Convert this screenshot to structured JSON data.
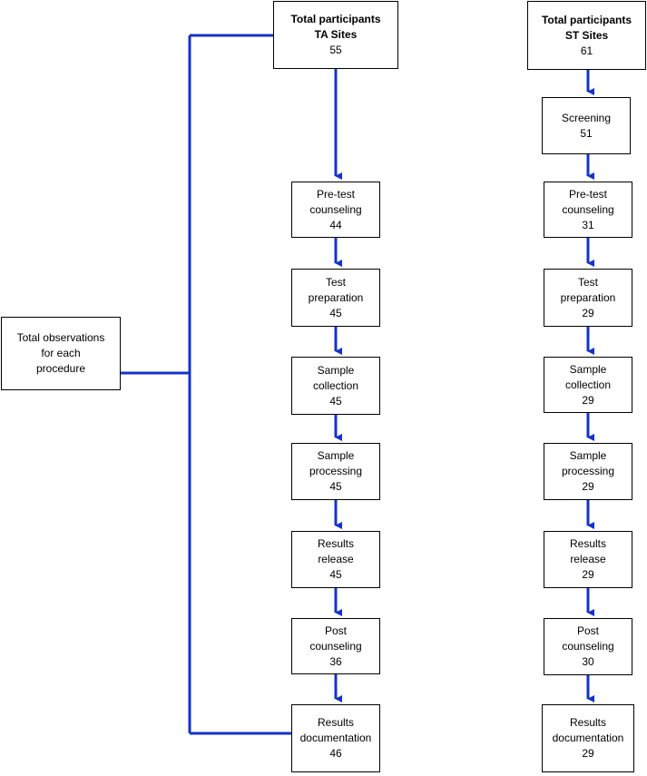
{
  "left_box": {
    "lines": [
      "Total observations",
      "for each",
      "procedure"
    ]
  },
  "ta": {
    "header": {
      "title1": "Total participants",
      "title2": "TA Sites",
      "count": "55"
    },
    "steps": [
      {
        "l1": "Pre-test",
        "l2": "counseling",
        "count": "44"
      },
      {
        "l1": "Test",
        "l2": "preparation",
        "count": "45"
      },
      {
        "l1": "Sample",
        "l2": "collection",
        "count": "45"
      },
      {
        "l1": "Sample",
        "l2": "processing",
        "count": "45"
      },
      {
        "l1": "Results",
        "l2": "release",
        "count": "45"
      },
      {
        "l1": "Post",
        "l2": "counseling",
        "count": "36"
      },
      {
        "l1": "Results",
        "l2": "documentation",
        "count": "46"
      }
    ]
  },
  "st": {
    "header": {
      "title1": "Total participants",
      "title2": "ST Sites",
      "count": "61"
    },
    "screening": {
      "l1": "Screening",
      "count": "51"
    },
    "steps": [
      {
        "l1": "Pre-test",
        "l2": "counseling",
        "count": "31"
      },
      {
        "l1": "Test",
        "l2": "preparation",
        "count": "29"
      },
      {
        "l1": "Sample",
        "l2": "collection",
        "count": "29"
      },
      {
        "l1": "Sample",
        "l2": "processing",
        "count": "29"
      },
      {
        "l1": "Results",
        "l2": "release",
        "count": "29"
      },
      {
        "l1": "Post",
        "l2": "counseling",
        "count": "30"
      },
      {
        "l1": "Results",
        "l2": "documentation",
        "count": "29"
      }
    ]
  },
  "colors": {
    "connector": "#1433c8",
    "border": "#000000"
  }
}
